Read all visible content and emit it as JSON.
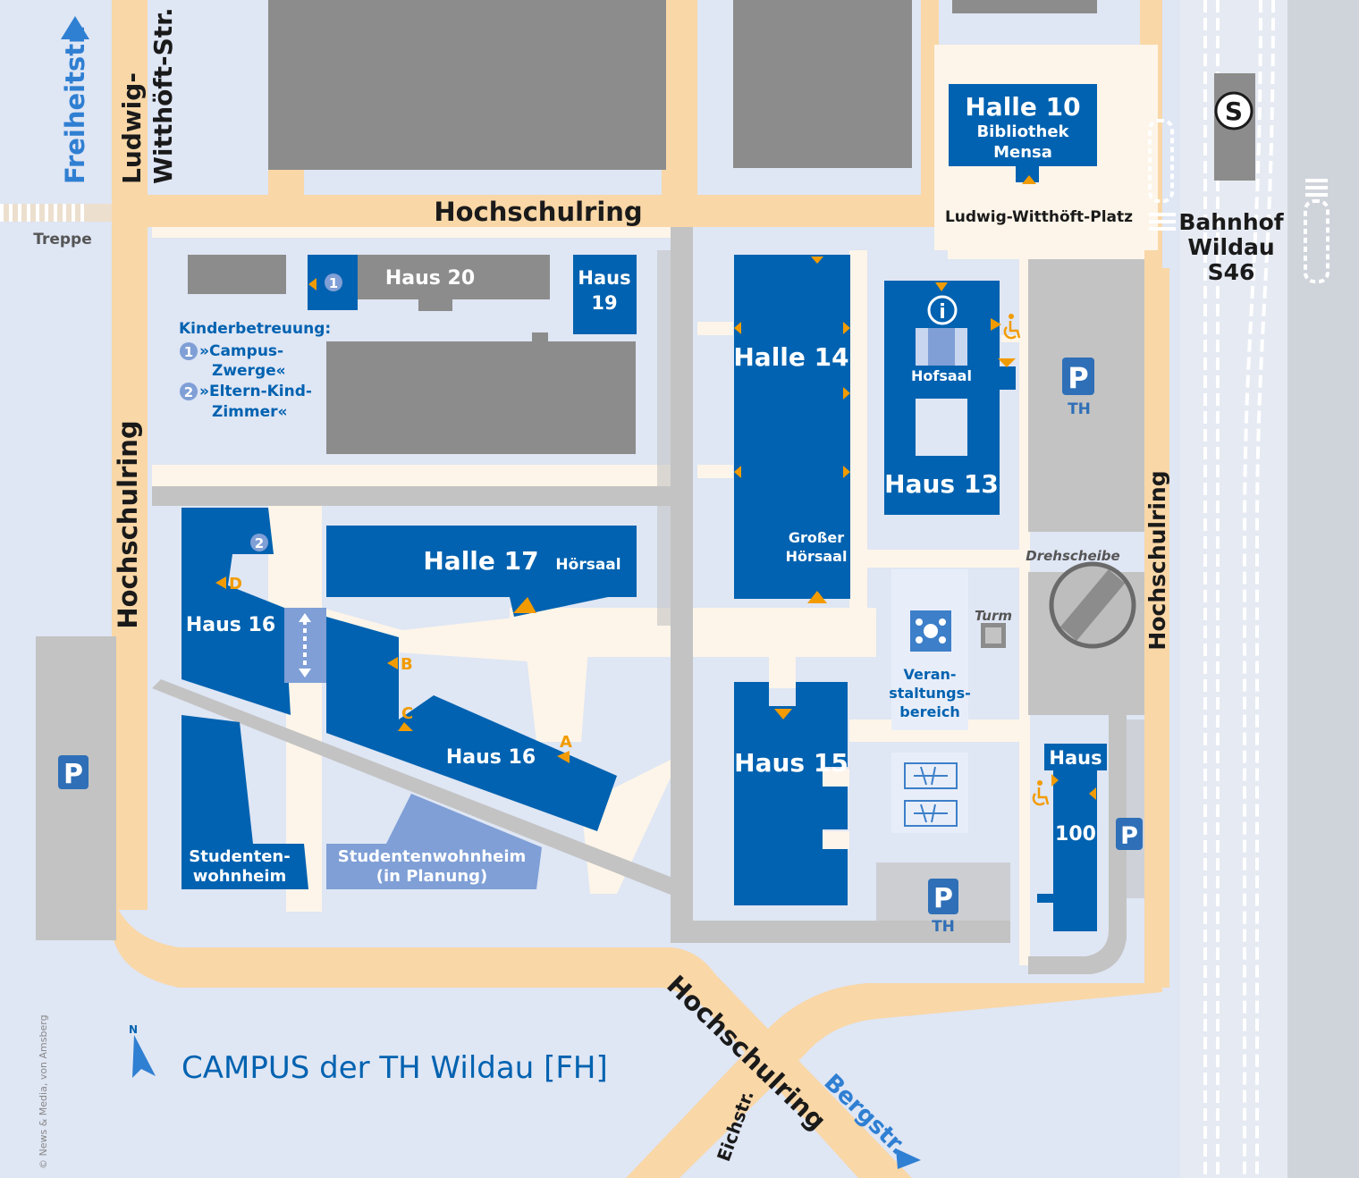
{
  "map": {
    "title": "CAMPUS der TH Wildau [FH]",
    "copyright": "© News & Media, von Amsberg",
    "north": "N",
    "colors": {
      "building": "#0062b0",
      "planned": "#7f9fd6",
      "road": "#f9d7a7",
      "background": "#dfe6f4",
      "entrance": "#f29b00"
    }
  },
  "streets": {
    "freiheitstr": "Freiheitstr.",
    "ludwig1": "Ludwig-",
    "ludwig2": "Witthöft-Str.",
    "hochschulring_top": "Hochschulring",
    "hochschulring_left": "Hochschulring",
    "hochschulring_right": "Hochschulring",
    "hochschulring_bottom": "Hochschulring",
    "bergstr": "Bergstr.",
    "eichstr": "Eichstr.",
    "treppe": "Treppe",
    "platz": "Ludwig-Witthöft-Platz"
  },
  "station": {
    "symbol": "S",
    "line1": "Bahnhof",
    "line2": "Wildau",
    "line3": "S46"
  },
  "buildings": {
    "halle10": {
      "name": "Halle 10",
      "line1": "Bibliothek",
      "line2": "Mensa"
    },
    "haus20": "Haus 20",
    "haus19_1": "Haus",
    "haus19_2": "19",
    "halle14": "Halle 14",
    "grosser1": "Großer",
    "grosser2": "Hörsaal",
    "haus13": "Haus 13",
    "hofsaal": "Hofsaal",
    "halle17": "Halle 17",
    "hoersaal": "Hörsaal",
    "haus16a": "Haus 16",
    "haus16b": "Haus 16",
    "haus15": "Haus 15",
    "haus100_1": "Haus",
    "haus100_2": "100",
    "sw1": "Studenten-",
    "sw2": "wohnheim",
    "swp1": "Studentenwohnheim",
    "swp2": "(in Planung)",
    "vera1": "Veran-",
    "vera2": "staltungs-",
    "vera3": "bereich",
    "turm": "Turm",
    "drehscheibe": "Drehscheibe"
  },
  "childcare": {
    "heading": "Kinderbetreuung:",
    "item1_num": "1",
    "item1_l1": "»Campus-",
    "item1_l2": "Zwerge«",
    "item2_num": "2",
    "item2_l1": "»Eltern-Kind-",
    "item2_l2": "Zimmer«"
  },
  "entrances": {
    "a": "A",
    "b": "B",
    "c": "C",
    "d": "D"
  },
  "parking": {
    "symbol": "P",
    "th": "TH"
  },
  "icons": {
    "info": "i",
    "wheelchair": "wheelchair-icon"
  }
}
